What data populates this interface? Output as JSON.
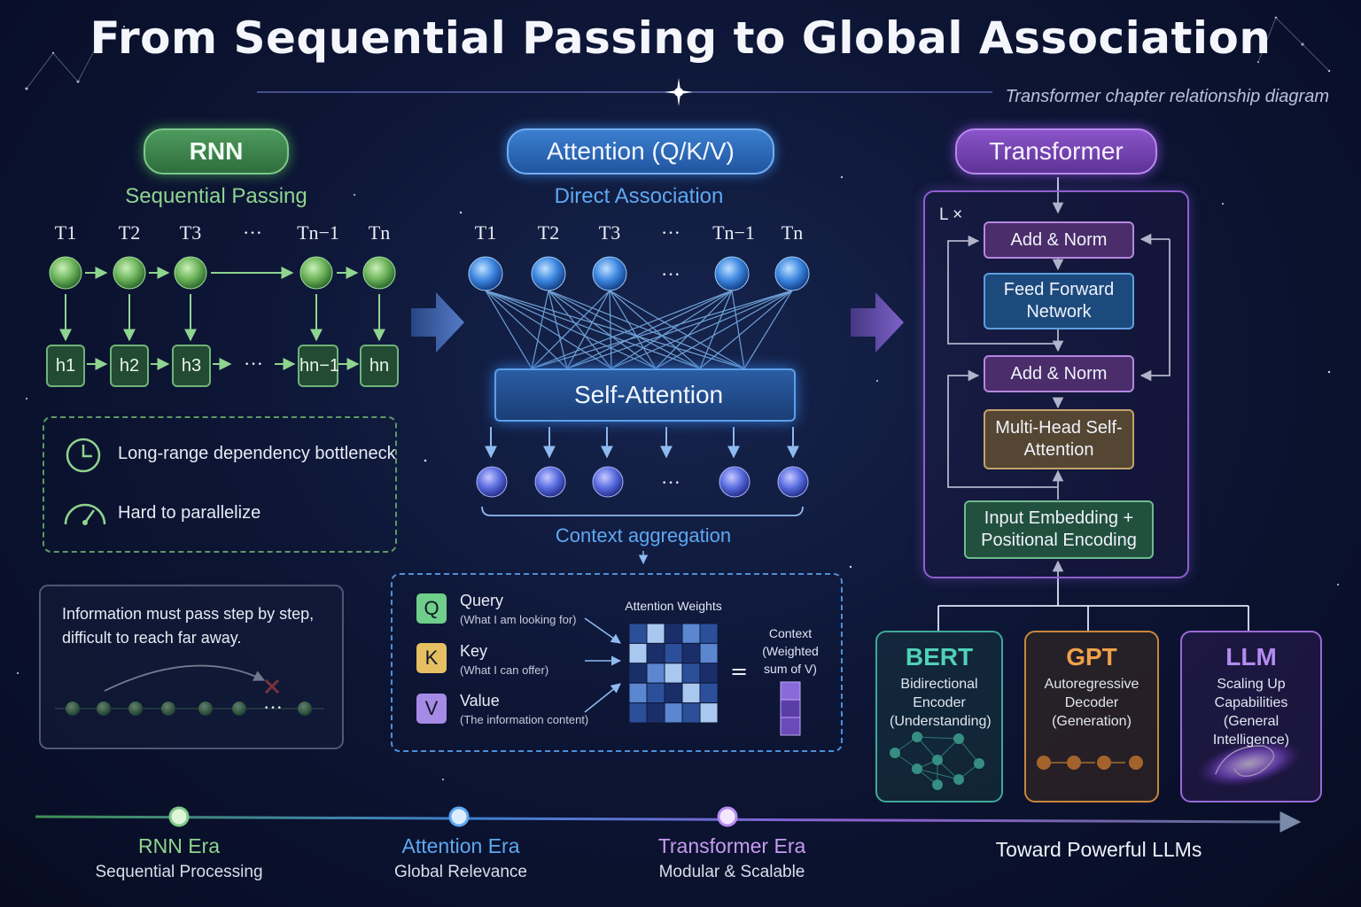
{
  "title": "From Sequential Passing to Global Association",
  "subtitle": "Transformer chapter relationship diagram",
  "rnn": {
    "label": "RNN",
    "subtitle": "Sequential Passing",
    "tokens": [
      "T1",
      "T2",
      "T3",
      "···",
      "Tn−1",
      "Tn"
    ],
    "hidden": [
      "h1",
      "h2",
      "h3",
      "···",
      "hn−1",
      "hn"
    ],
    "problems": [
      "Long-range dependency bottleneck",
      "Hard to parallelize"
    ],
    "note": "Information must pass step by step, difficult to reach far away."
  },
  "attention": {
    "label": "Attention (Q/K/V)",
    "subtitle": "Direct Association",
    "tokens": [
      "T1",
      "T2",
      "T3",
      "···",
      "Tn−1",
      "Tn"
    ],
    "self_attention": "Self-Attention",
    "ellipsis": "···",
    "context_aggregation": "Context aggregation",
    "q": {
      "letter": "Q",
      "name": "Query",
      "desc": "(What I am looking for)"
    },
    "k": {
      "letter": "K",
      "name": "Key",
      "desc": "(What I can offer)"
    },
    "v": {
      "letter": "V",
      "name": "Value",
      "desc": "(The information content)"
    },
    "weights_label": "Attention Weights",
    "equals": "=",
    "context_label": "Context (Weighted sum of V)"
  },
  "transformer": {
    "label": "Transformer",
    "repeat": "L ×",
    "add_norm": "Add & Norm",
    "ffn": "Feed Forward Network",
    "mha": "Multi-Head Self-Attention",
    "embedding": "Input Embedding + Positional Encoding"
  },
  "models": [
    {
      "name": "BERT",
      "desc": "Bidirectional Encoder (Understanding)",
      "color": "#4fd1b8"
    },
    {
      "name": "GPT",
      "desc": "Autoregressive Decoder (Generation)",
      "color": "#f0a04a"
    },
    {
      "name": "LLM",
      "desc": "Scaling Up Capabilities (General Intelligence)",
      "color": "#b48cf0"
    }
  ],
  "timeline": {
    "eras": [
      {
        "name": "RNN Era",
        "desc": "Sequential Processing",
        "color": "#8fd48f"
      },
      {
        "name": "Attention Era",
        "desc": "Global Relevance",
        "color": "#5ea8f2"
      },
      {
        "name": "Transformer Era",
        "desc": "Modular & Scalable",
        "color": "#c79bf0"
      }
    ],
    "end_label": "Toward Powerful LLMs"
  },
  "colors": {
    "rnn": "#7cc88a",
    "attention": "#5ea8f2",
    "transformer": "#b48cf0"
  }
}
